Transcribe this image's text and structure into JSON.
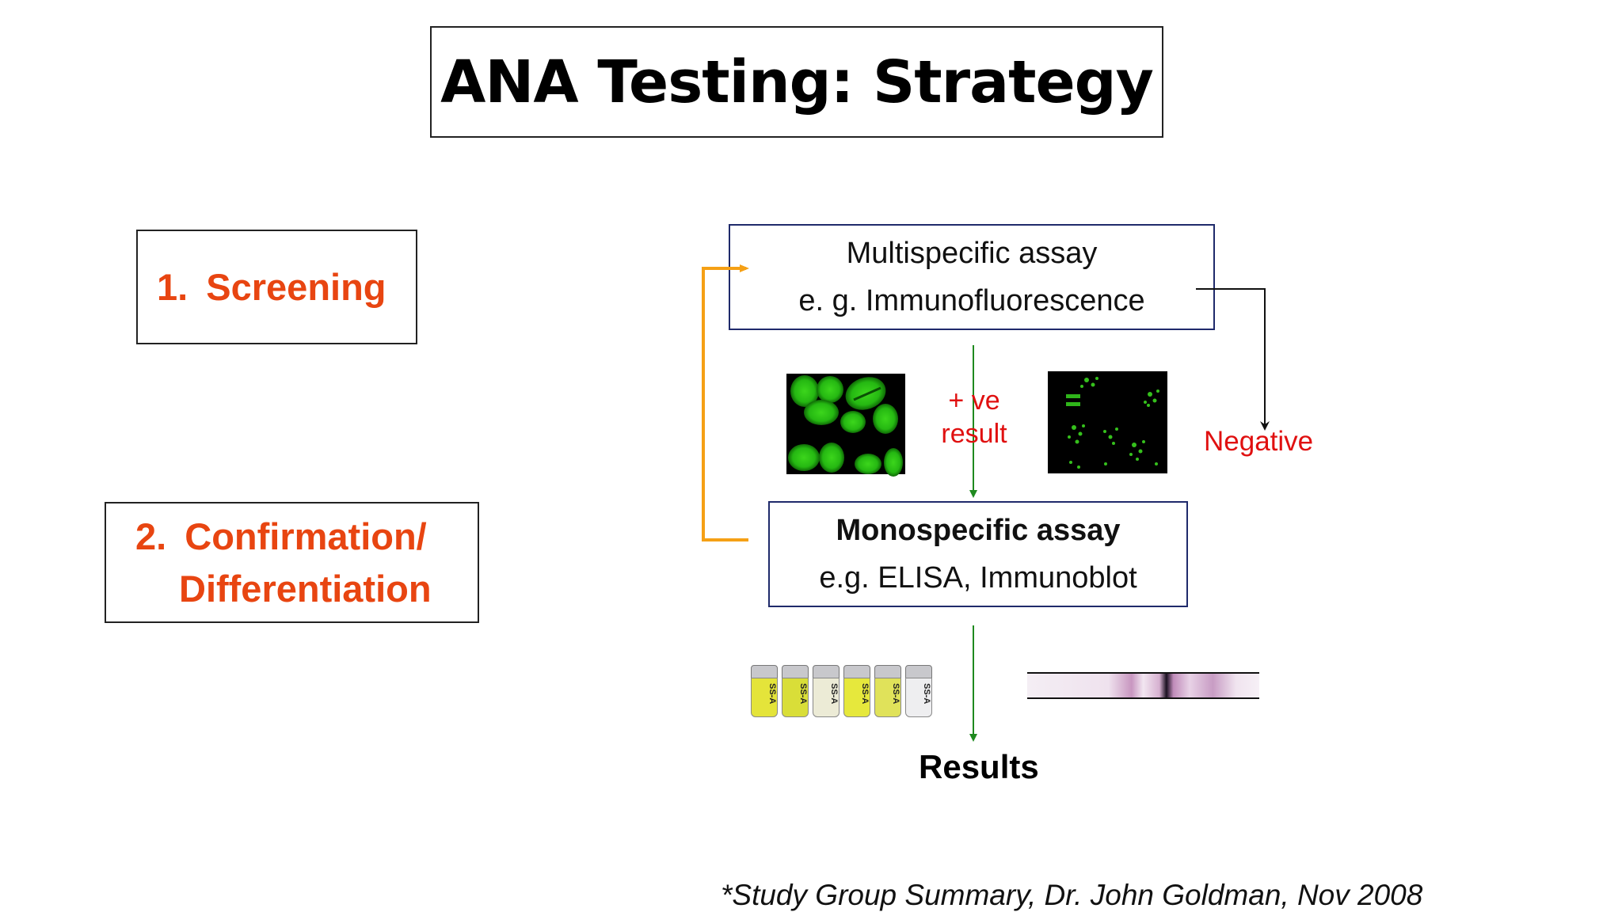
{
  "title": "ANA Testing: Strategy",
  "steps": {
    "screening": {
      "num": "1.",
      "label": "Screening"
    },
    "confirmation": {
      "num": "2.",
      "label_line1": "Confirmation/",
      "label_line2": "Differentiation"
    }
  },
  "multispecific": {
    "title": "Multispecific assay",
    "example": "e. g. Immunofluorescence"
  },
  "monospecific": {
    "title": "Monospecific assay",
    "example": "e.g. ELISA, Immunoblot"
  },
  "positive_result": {
    "line1": "+ ve",
    "line2": "result"
  },
  "negative": "Negative",
  "results": "Results",
  "vial_labels": [
    "SS-A",
    "SS-A",
    "SS-A",
    "SS-A",
    "SS-A",
    "SS-A"
  ],
  "citation": "*Study Group Summary, Dr. John Goldman, Nov 2008",
  "colors": {
    "step_text": "#e84511",
    "red_text": "#e01010",
    "orange_arrow": "#f5a015",
    "green_arrow": "#1f8a1f",
    "assay_border": "#1f2a6b"
  }
}
